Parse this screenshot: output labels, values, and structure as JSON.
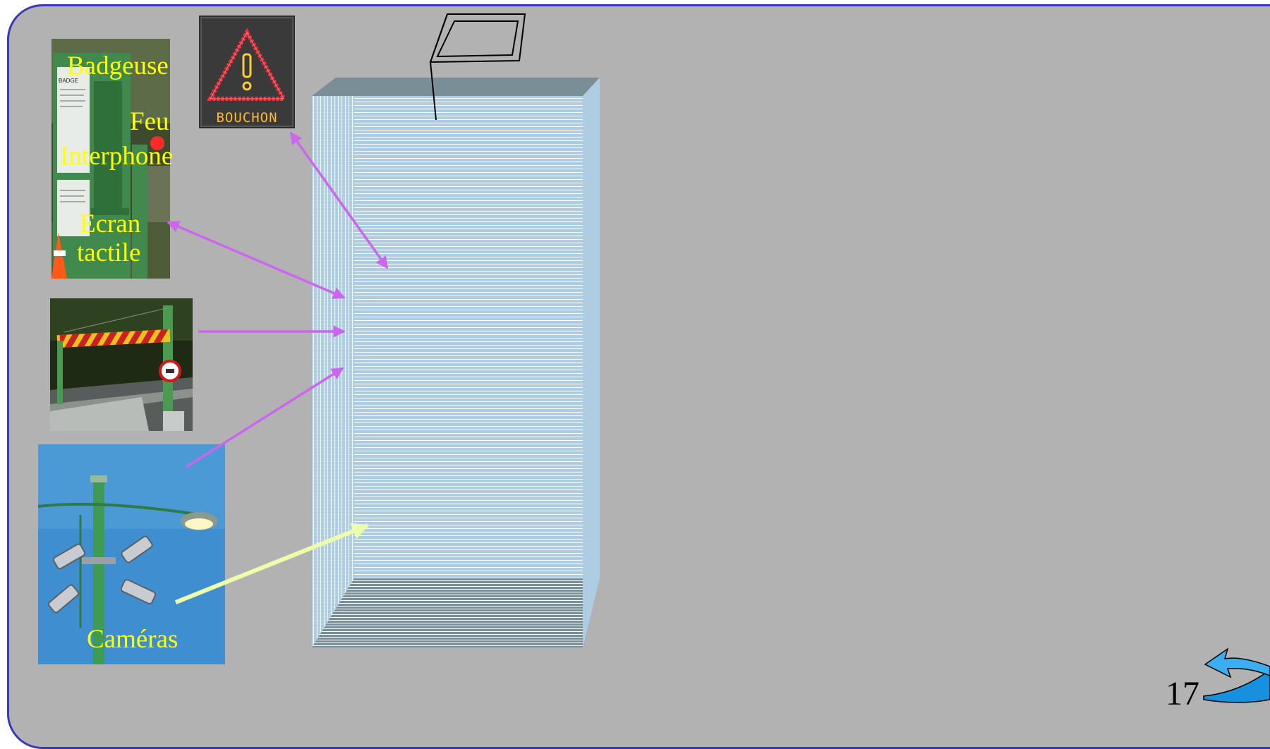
{
  "slide": {
    "page_number": "17",
    "colors": {
      "background": "#b2b2b2",
      "border": "#3a3ab8",
      "label": "#ffff00",
      "arrow": "#cc66ee",
      "camera_arrow": "#eeffaa",
      "server_light": "#aecde3",
      "server_dark": "#7a8e98"
    }
  },
  "kiosk": {
    "badgeuse_label": "Badgeuse",
    "feu_label": "Feu",
    "interphone_label": "Interphone",
    "ecran_line1": "Ecran",
    "ecran_line2": "tactile",
    "badge_text": "BADGE"
  },
  "sign": {
    "text": "BOUCHON",
    "color": "#ff2a3a"
  },
  "cameras": {
    "label": "Caméras"
  },
  "icons": [
    "laptop-icon",
    "curved-arrow-icon",
    "warning-triangle-icon",
    "traffic-light-icon",
    "barrier-icon",
    "no-entry-sign-icon"
  ]
}
